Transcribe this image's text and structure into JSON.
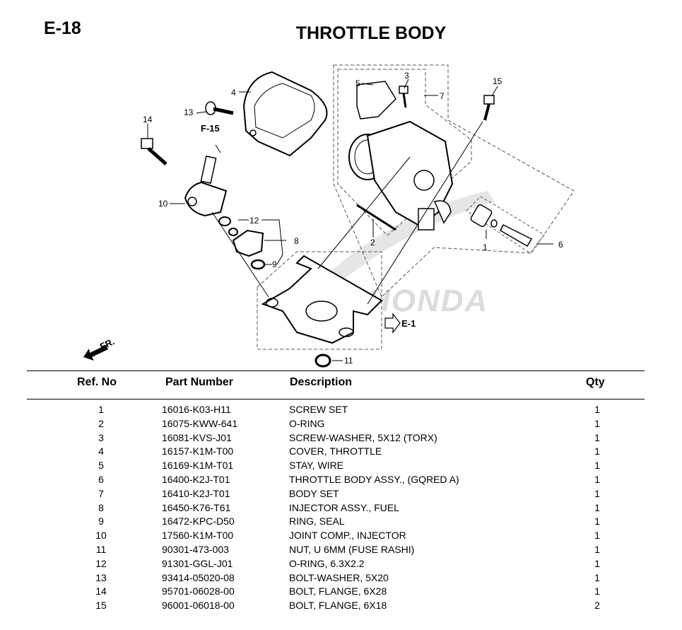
{
  "header": {
    "page_code": "E-18",
    "title": "THROTTLE BODY"
  },
  "diagram": {
    "callouts": [
      "1",
      "2",
      "3",
      "4",
      "5",
      "6",
      "7",
      "8",
      "9",
      "10",
      "11",
      "12",
      "13",
      "14",
      "15"
    ],
    "refs": {
      "f15": "F-15",
      "e1": "E-1",
      "fr": "FR."
    },
    "watermark": "HONDA",
    "colors": {
      "line": "#000000",
      "dashed": "#555555",
      "watermark": "#d8d8d8"
    }
  },
  "table": {
    "headers": {
      "ref": "Ref. No",
      "part": "Part Number",
      "desc": "Description",
      "qty": "Qty"
    },
    "rows": [
      {
        "ref": "1",
        "part": "16016-K03-H11",
        "desc": "SCREW SET",
        "qty": "1"
      },
      {
        "ref": "2",
        "part": "16075-KWW-641",
        "desc": "O-RING",
        "qty": "1"
      },
      {
        "ref": "3",
        "part": "16081-KVS-J01",
        "desc": "SCREW-WASHER, 5X12 (TORX)",
        "qty": "1"
      },
      {
        "ref": "4",
        "part": "16157-K1M-T00",
        "desc": "COVER, THROTTLE",
        "qty": "1"
      },
      {
        "ref": "5",
        "part": "16169-K1M-T01",
        "desc": "STAY, WIRE",
        "qty": "1"
      },
      {
        "ref": "6",
        "part": "16400-K2J-T01",
        "desc": "THROTTLE BODY ASSY., (GQRED A)",
        "qty": "1"
      },
      {
        "ref": "7",
        "part": "16410-K2J-T01",
        "desc": "BODY SET",
        "qty": "1"
      },
      {
        "ref": "8",
        "part": "16450-K76-T61",
        "desc": "INJECTOR ASSY., FUEL",
        "qty": "1"
      },
      {
        "ref": "9",
        "part": "16472-KPC-D50",
        "desc": "RING, SEAL",
        "qty": "1"
      },
      {
        "ref": "10",
        "part": "17560-K1M-T00",
        "desc": "JOINT COMP., INJECTOR",
        "qty": "1"
      },
      {
        "ref": "11",
        "part": "90301-473-003",
        "desc": "NUT, U 6MM (FUSE RASHI)",
        "qty": "1"
      },
      {
        "ref": "12",
        "part": "91301-GGL-J01",
        "desc": "O-RING, 6.3X2.2",
        "qty": "1"
      },
      {
        "ref": "13",
        "part": "93414-05020-08",
        "desc": "BOLT-WASHER, 5X20",
        "qty": "1"
      },
      {
        "ref": "14",
        "part": "95701-06028-00",
        "desc": "BOLT, FLANGE, 6X28",
        "qty": "1"
      },
      {
        "ref": "15",
        "part": "96001-06018-00",
        "desc": "BOLT, FLANGE, 6X18",
        "qty": "2"
      }
    ]
  }
}
